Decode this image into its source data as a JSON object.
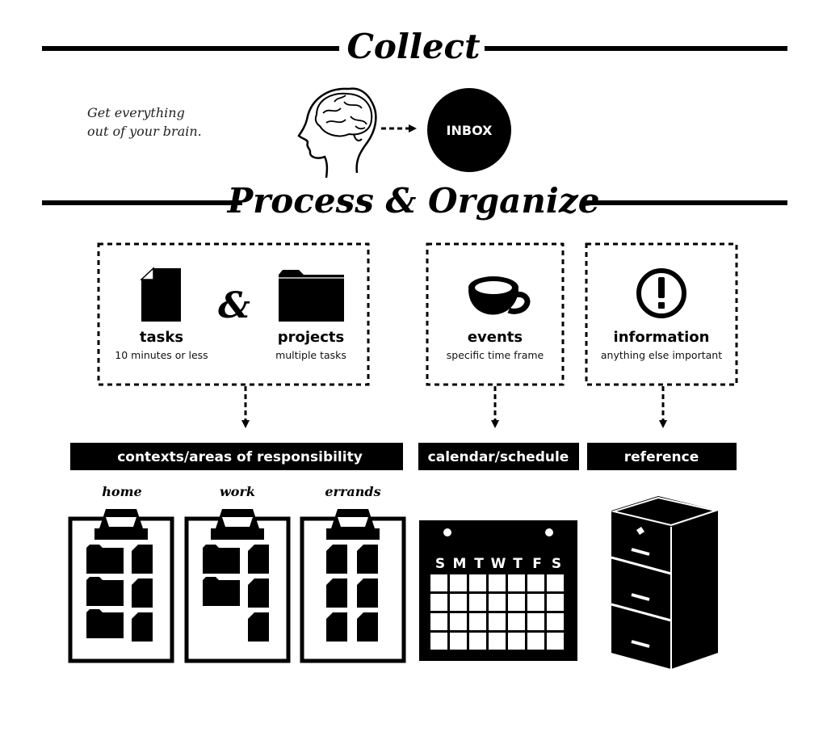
{
  "collect": {
    "title": "Collect",
    "note_line1": "Get everything",
    "note_line2": "out of your brain.",
    "inbox_label": "INBOX"
  },
  "process": {
    "title": "Process & Organize",
    "ampersand": "&",
    "boxes": [
      {
        "label": "tasks",
        "sub": "10 minutes or less"
      },
      {
        "label": "projects",
        "sub": "multiple tasks"
      },
      {
        "label": "events",
        "sub": "specific time frame"
      },
      {
        "label": "information",
        "sub": "anything else important"
      }
    ]
  },
  "destinations": [
    "contexts/areas of responsibility",
    "calendar/schedule",
    "reference"
  ],
  "contexts": [
    "home",
    "work",
    "errands"
  ],
  "calendar": {
    "days": [
      "S",
      "M",
      "T",
      "W",
      "T",
      "F",
      "S"
    ]
  },
  "icons": {
    "brain": "brain-head-icon",
    "inbox": "inbox-circle-icon",
    "document": "document-icon",
    "folder": "folder-icon",
    "cup": "coffee-cup-icon",
    "info": "exclamation-circle-icon",
    "clipboard": "tray-clipboard-icon",
    "calendar": "calendar-icon",
    "cabinet": "filing-cabinet-icon"
  }
}
